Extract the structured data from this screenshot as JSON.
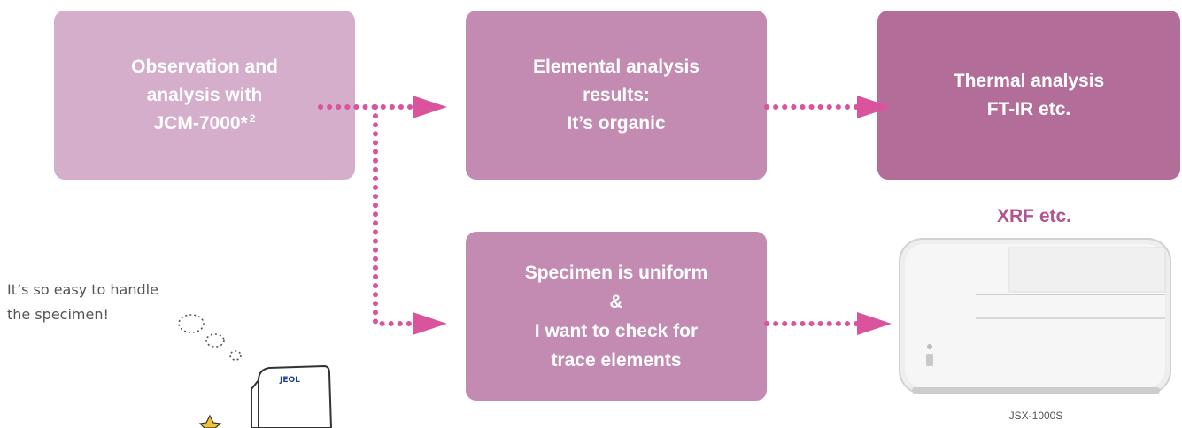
{
  "boxes": {
    "observation": {
      "text": "Observation and\nanalysis with\nJCM-7000*",
      "footnote": "2"
    },
    "elemental": {
      "text": "Elemental analysis\nresults:\nIt’s organic"
    },
    "thermal": {
      "text": "Thermal analysis\nFT-IR etc."
    },
    "specimen": {
      "text": "Specimen is uniform\n&\nI want to check for\ntrace elements"
    }
  },
  "xrf": {
    "label": "XRF etc.",
    "caption": "JSX-1000S"
  },
  "illustration": {
    "speech": "It’s so easy to handle\nthe specimen!",
    "logo_text": "JEOL"
  },
  "colors": {
    "light_box": "#d5aecb",
    "mid_box": "#c38bb1",
    "dark_box": "#b26d98",
    "arrow": "#d9539d",
    "label_accent": "#b3548f"
  }
}
